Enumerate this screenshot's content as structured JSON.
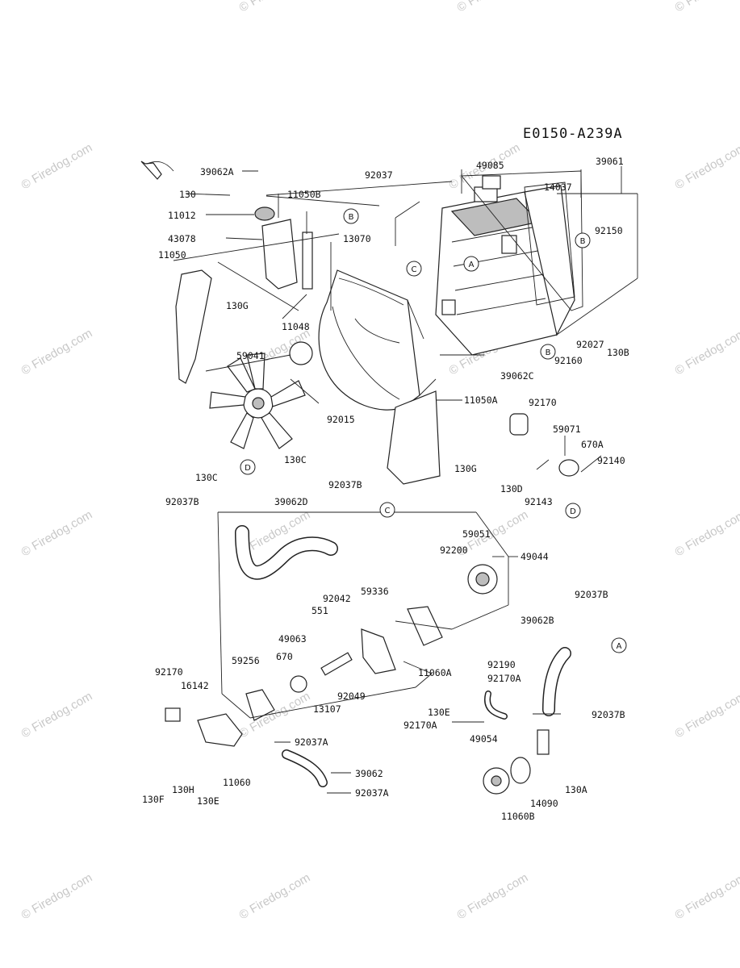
{
  "diagram_code": "E0150-A239A",
  "watermark": "© Firedog.com",
  "ref_markers": [
    "A",
    "B",
    "C",
    "D"
  ],
  "part_labels": [
    "39062A",
    "92037",
    "49085",
    "39061",
    "130",
    "11050B",
    "14037",
    "11012",
    "43078",
    "13070",
    "92150",
    "11050",
    "130G",
    "11048",
    "59041",
    "130B",
    "92027",
    "92160",
    "39062C",
    "92170",
    "92015",
    "11050A",
    "59071",
    "670A",
    "130C",
    "130C",
    "130G",
    "92140",
    "130D",
    "92143",
    "92037B",
    "39062D",
    "92037B",
    "59051",
    "92200",
    "49044",
    "92042",
    "59336",
    "551",
    "92037B",
    "49063",
    "670",
    "39062B",
    "59256",
    "92170",
    "16142",
    "13107",
    "92049",
    "11060A",
    "92190",
    "92170A",
    "130E",
    "92037B",
    "92170A",
    "49054",
    "92037A",
    "130F",
    "130H",
    "130E",
    "11060",
    "39062",
    "92037A",
    "130A",
    "14090",
    "11060B"
  ]
}
